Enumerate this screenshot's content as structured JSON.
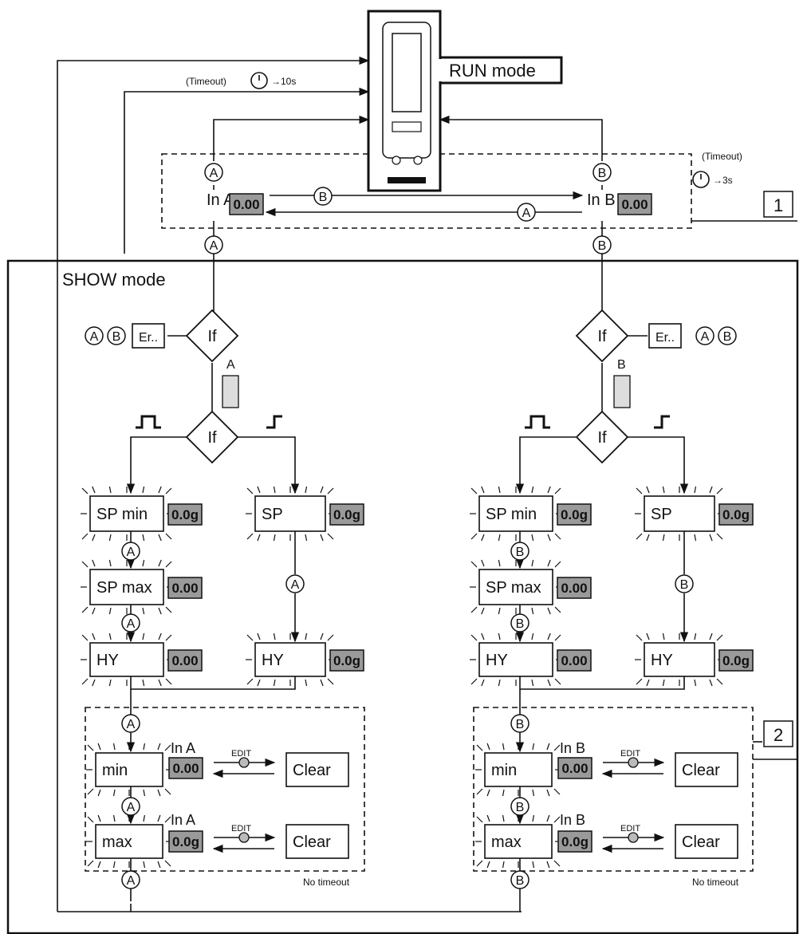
{
  "run_mode": "RUN mode",
  "show_mode": "SHOW mode",
  "timeout_top": "(Timeout)",
  "timeout_top_value": "→10s",
  "timeout_right": "(Timeout)",
  "timeout_right_value": "→3s",
  "callouts": [
    "1",
    "2"
  ],
  "keys": {
    "a": "A",
    "b": "B"
  },
  "in_a": "In A",
  "in_b": "In B",
  "display_value": "0.00",
  "display_value_alt": "0.0g",
  "error": "Er..",
  "if_label": "If",
  "left_branch": {
    "level_label": "A",
    "sp_min": "SP min",
    "sp_max": "SP max",
    "sp": "SP",
    "hy": "HY",
    "min": "min",
    "max": "max",
    "in_label": "In A",
    "edit": "EDIT",
    "clear": "Clear",
    "no_timeout": "No timeout"
  },
  "right_branch": {
    "level_label": "B",
    "sp_min": "SP min",
    "sp_max": "SP max",
    "sp": "SP",
    "hy": "HY",
    "min": "min",
    "max": "max",
    "in_label": "In B",
    "edit": "EDIT",
    "clear": "Clear",
    "no_timeout": "No timeout"
  }
}
